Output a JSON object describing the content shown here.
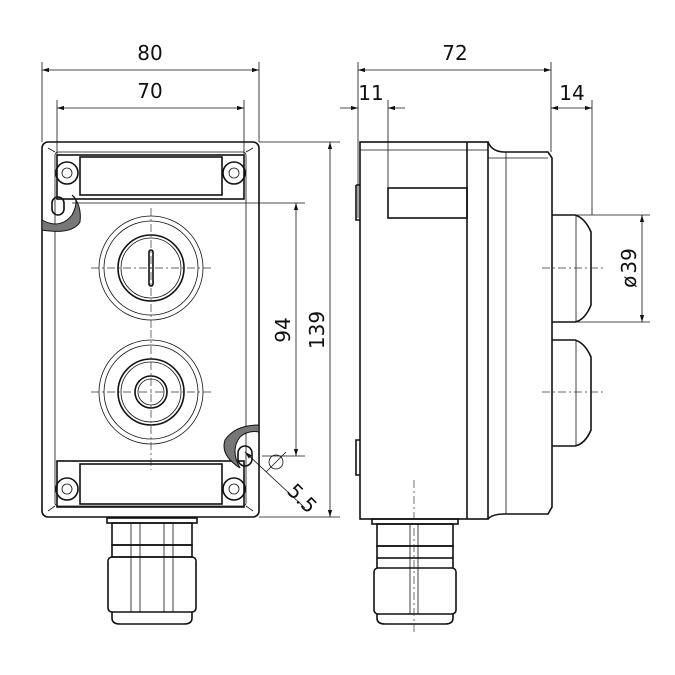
{
  "front_view": {
    "dimensions": {
      "overall_width": "80",
      "mounting_width": "70",
      "overall_height": "139",
      "mounting_height": "94",
      "hole_diameter": "5.5"
    }
  },
  "side_view": {
    "dimensions": {
      "overall_depth": "72",
      "base_offset": "11",
      "button_protrusion": "14",
      "button_diameter": "39"
    },
    "diameter_symbol": "ø"
  }
}
